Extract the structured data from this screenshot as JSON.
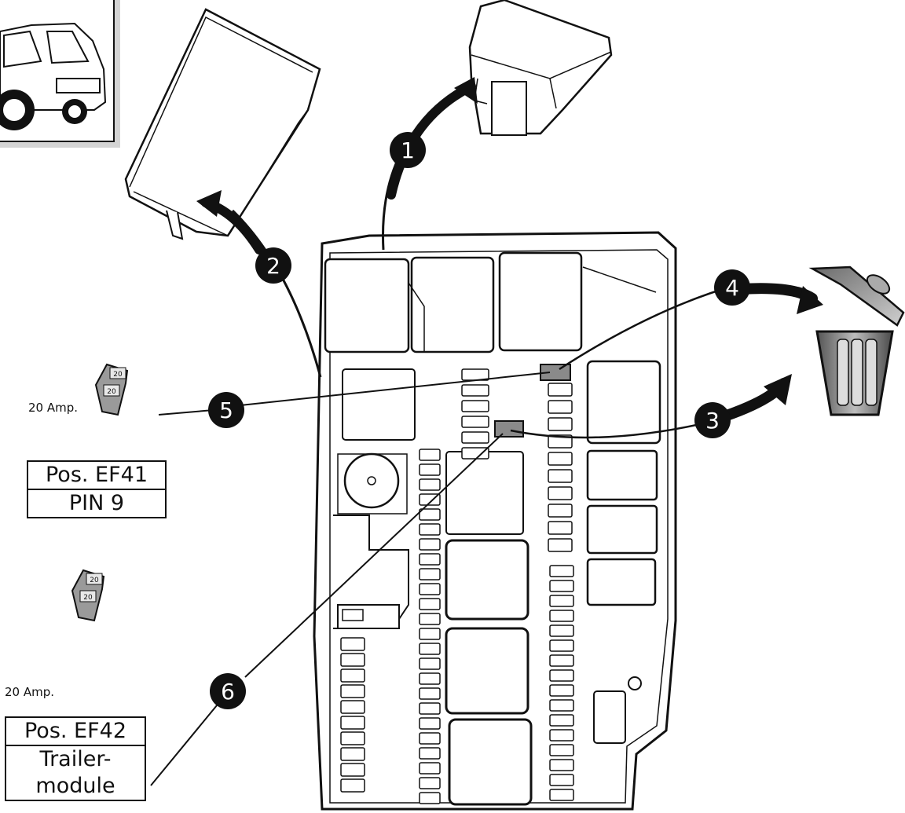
{
  "callouts": [
    "1",
    "2",
    "3",
    "4",
    "5",
    "6"
  ],
  "fuse_top": {
    "amp_label": "20 Amp.",
    "fuse_marks": [
      "20",
      "20"
    ],
    "position": "Pos. EF41",
    "pin": "PIN 9"
  },
  "fuse_bottom": {
    "amp_label": "20 Amp.",
    "fuse_marks": [
      "20",
      "20"
    ],
    "position": "Pos. EF42",
    "description_line1": "Trailer-",
    "description_line2": "module"
  },
  "colors": {
    "line": "#111111",
    "callout_fill": "#111111",
    "highlight_slot": "#8a8a8a",
    "bin_body": "#7a7a7a",
    "fuse_body": "#9a9a9a"
  }
}
